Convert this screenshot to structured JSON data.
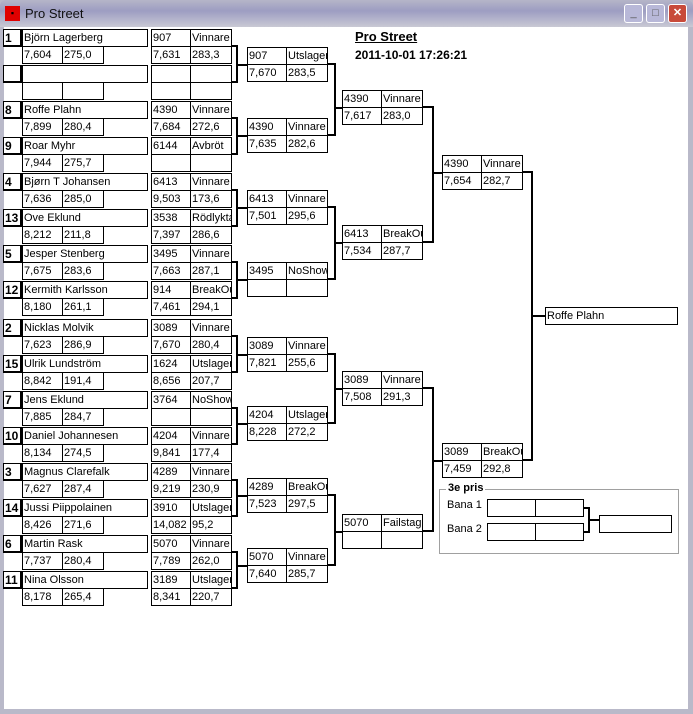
{
  "window": {
    "title": "Pro Street"
  },
  "header": {
    "title": "Pro Street",
    "datetime": "2011-10-01 17:26:21"
  },
  "round1": [
    {
      "seed": "1",
      "name": "Björn Lagerberg",
      "rt": "7,604",
      "speed": "275,0"
    },
    {
      "seed": "",
      "name": "",
      "rt": "",
      "speed": ""
    },
    {
      "seed": "8",
      "name": "Roffe Plahn",
      "rt": "7,899",
      "speed": "280,4"
    },
    {
      "seed": "9",
      "name": "Roar Myhr",
      "rt": "7,944",
      "speed": "275,7"
    },
    {
      "seed": "4",
      "name": "Bjørn T Johansen",
      "rt": "7,636",
      "speed": "285,0"
    },
    {
      "seed": "13",
      "name": "Ove Eklund",
      "rt": "8,212",
      "speed": "211,8"
    },
    {
      "seed": "5",
      "name": "Jesper Stenberg",
      "rt": "7,675",
      "speed": "283,6"
    },
    {
      "seed": "12",
      "name": "Kermith Karlsson",
      "rt": "8,180",
      "speed": "261,1"
    },
    {
      "seed": "2",
      "name": "Nicklas Molvik",
      "rt": "7,623",
      "speed": "286,9"
    },
    {
      "seed": "15",
      "name": "Ulrik Lundström",
      "rt": "8,842",
      "speed": "191,4"
    },
    {
      "seed": "7",
      "name": "Jens Eklund",
      "rt": "7,885",
      "speed": "284,7"
    },
    {
      "seed": "10",
      "name": "Daniel Johannesen",
      "rt": "8,134",
      "speed": "274,5"
    },
    {
      "seed": "3",
      "name": "Magnus Clarefalk",
      "rt": "7,627",
      "speed": "287,4"
    },
    {
      "seed": "14",
      "name": "Jussi Piippolainen",
      "rt": "8,426",
      "speed": "271,6"
    },
    {
      "seed": "6",
      "name": "Martin Rask",
      "rt": "7,737",
      "speed": "280,4"
    },
    {
      "seed": "11",
      "name": "Nina Olsson",
      "rt": "8,178",
      "speed": "265,4"
    }
  ],
  "round2": [
    {
      "nr": "907",
      "status": "Vinnare",
      "rt": "7,631",
      "speed": "283,3"
    },
    {
      "nr": "",
      "status": "",
      "rt": "",
      "speed": ""
    },
    {
      "nr": "4390",
      "status": "Vinnare",
      "rt": "7,684",
      "speed": "272,6"
    },
    {
      "nr": "6144",
      "status": "Avbröt",
      "rt": "",
      "speed": ""
    },
    {
      "nr": "6413",
      "status": "Vinnare",
      "rt": "9,503",
      "speed": "173,6"
    },
    {
      "nr": "3538",
      "status": "Rödlykta",
      "rt": "7,397",
      "speed": "286,6"
    },
    {
      "nr": "3495",
      "status": "Vinnare",
      "rt": "7,663",
      "speed": "287,1"
    },
    {
      "nr": "914",
      "status": "BreakOut",
      "rt": "7,461",
      "speed": "294,1"
    },
    {
      "nr": "3089",
      "status": "Vinnare",
      "rt": "7,670",
      "speed": "280,4"
    },
    {
      "nr": "1624",
      "status": "Utslagen",
      "rt": "8,656",
      "speed": "207,7"
    },
    {
      "nr": "3764",
      "status": "NoShow",
      "rt": "",
      "speed": ""
    },
    {
      "nr": "4204",
      "status": "Vinnare",
      "rt": "9,841",
      "speed": "177,4"
    },
    {
      "nr": "4289",
      "status": "Vinnare",
      "rt": "9,219",
      "speed": "230,9"
    },
    {
      "nr": "3910",
      "status": "Utslagen",
      "rt": "14,082",
      "speed": "95,2"
    },
    {
      "nr": "5070",
      "status": "Vinnare",
      "rt": "7,789",
      "speed": "262,0"
    },
    {
      "nr": "3189",
      "status": "Utslagen",
      "rt": "8,341",
      "speed": "220,7"
    }
  ],
  "round3": [
    {
      "nr": "907",
      "status": "Utslagen",
      "rt": "7,670",
      "speed": "283,5"
    },
    {
      "nr": "4390",
      "status": "Vinnare",
      "rt": "7,635",
      "speed": "282,6"
    },
    {
      "nr": "6413",
      "status": "Vinnare",
      "rt": "7,501",
      "speed": "295,6"
    },
    {
      "nr": "3495",
      "status": "NoShow",
      "rt": "",
      "speed": ""
    },
    {
      "nr": "3089",
      "status": "Vinnare",
      "rt": "7,821",
      "speed": "255,6"
    },
    {
      "nr": "4204",
      "status": "Utslagen",
      "rt": "8,228",
      "speed": "272,2"
    },
    {
      "nr": "4289",
      "status": "BreakOut",
      "rt": "7,523",
      "speed": "297,5"
    },
    {
      "nr": "5070",
      "status": "Vinnare",
      "rt": "7,640",
      "speed": "285,7"
    }
  ],
  "round4": [
    {
      "nr": "4390",
      "status": "Vinnare",
      "rt": "7,617",
      "speed": "283,0"
    },
    {
      "nr": "6413",
      "status": "BreakOut",
      "rt": "7,534",
      "speed": "287,7"
    },
    {
      "nr": "3089",
      "status": "Vinnare",
      "rt": "7,508",
      "speed": "291,3"
    },
    {
      "nr": "5070",
      "status": "Failstage",
      "rt": "",
      "speed": ""
    }
  ],
  "round5": [
    {
      "nr": "4390",
      "status": "Vinnare",
      "rt": "7,654",
      "speed": "282,7"
    },
    {
      "nr": "3089",
      "status": "BreakOut",
      "rt": "7,459",
      "speed": "292,8"
    }
  ],
  "final": {
    "winner": "Roffe Plahn"
  },
  "third_place": {
    "title": "3e pris",
    "lane1_label": "Bana 1",
    "lane2_label": "Bana 2"
  }
}
